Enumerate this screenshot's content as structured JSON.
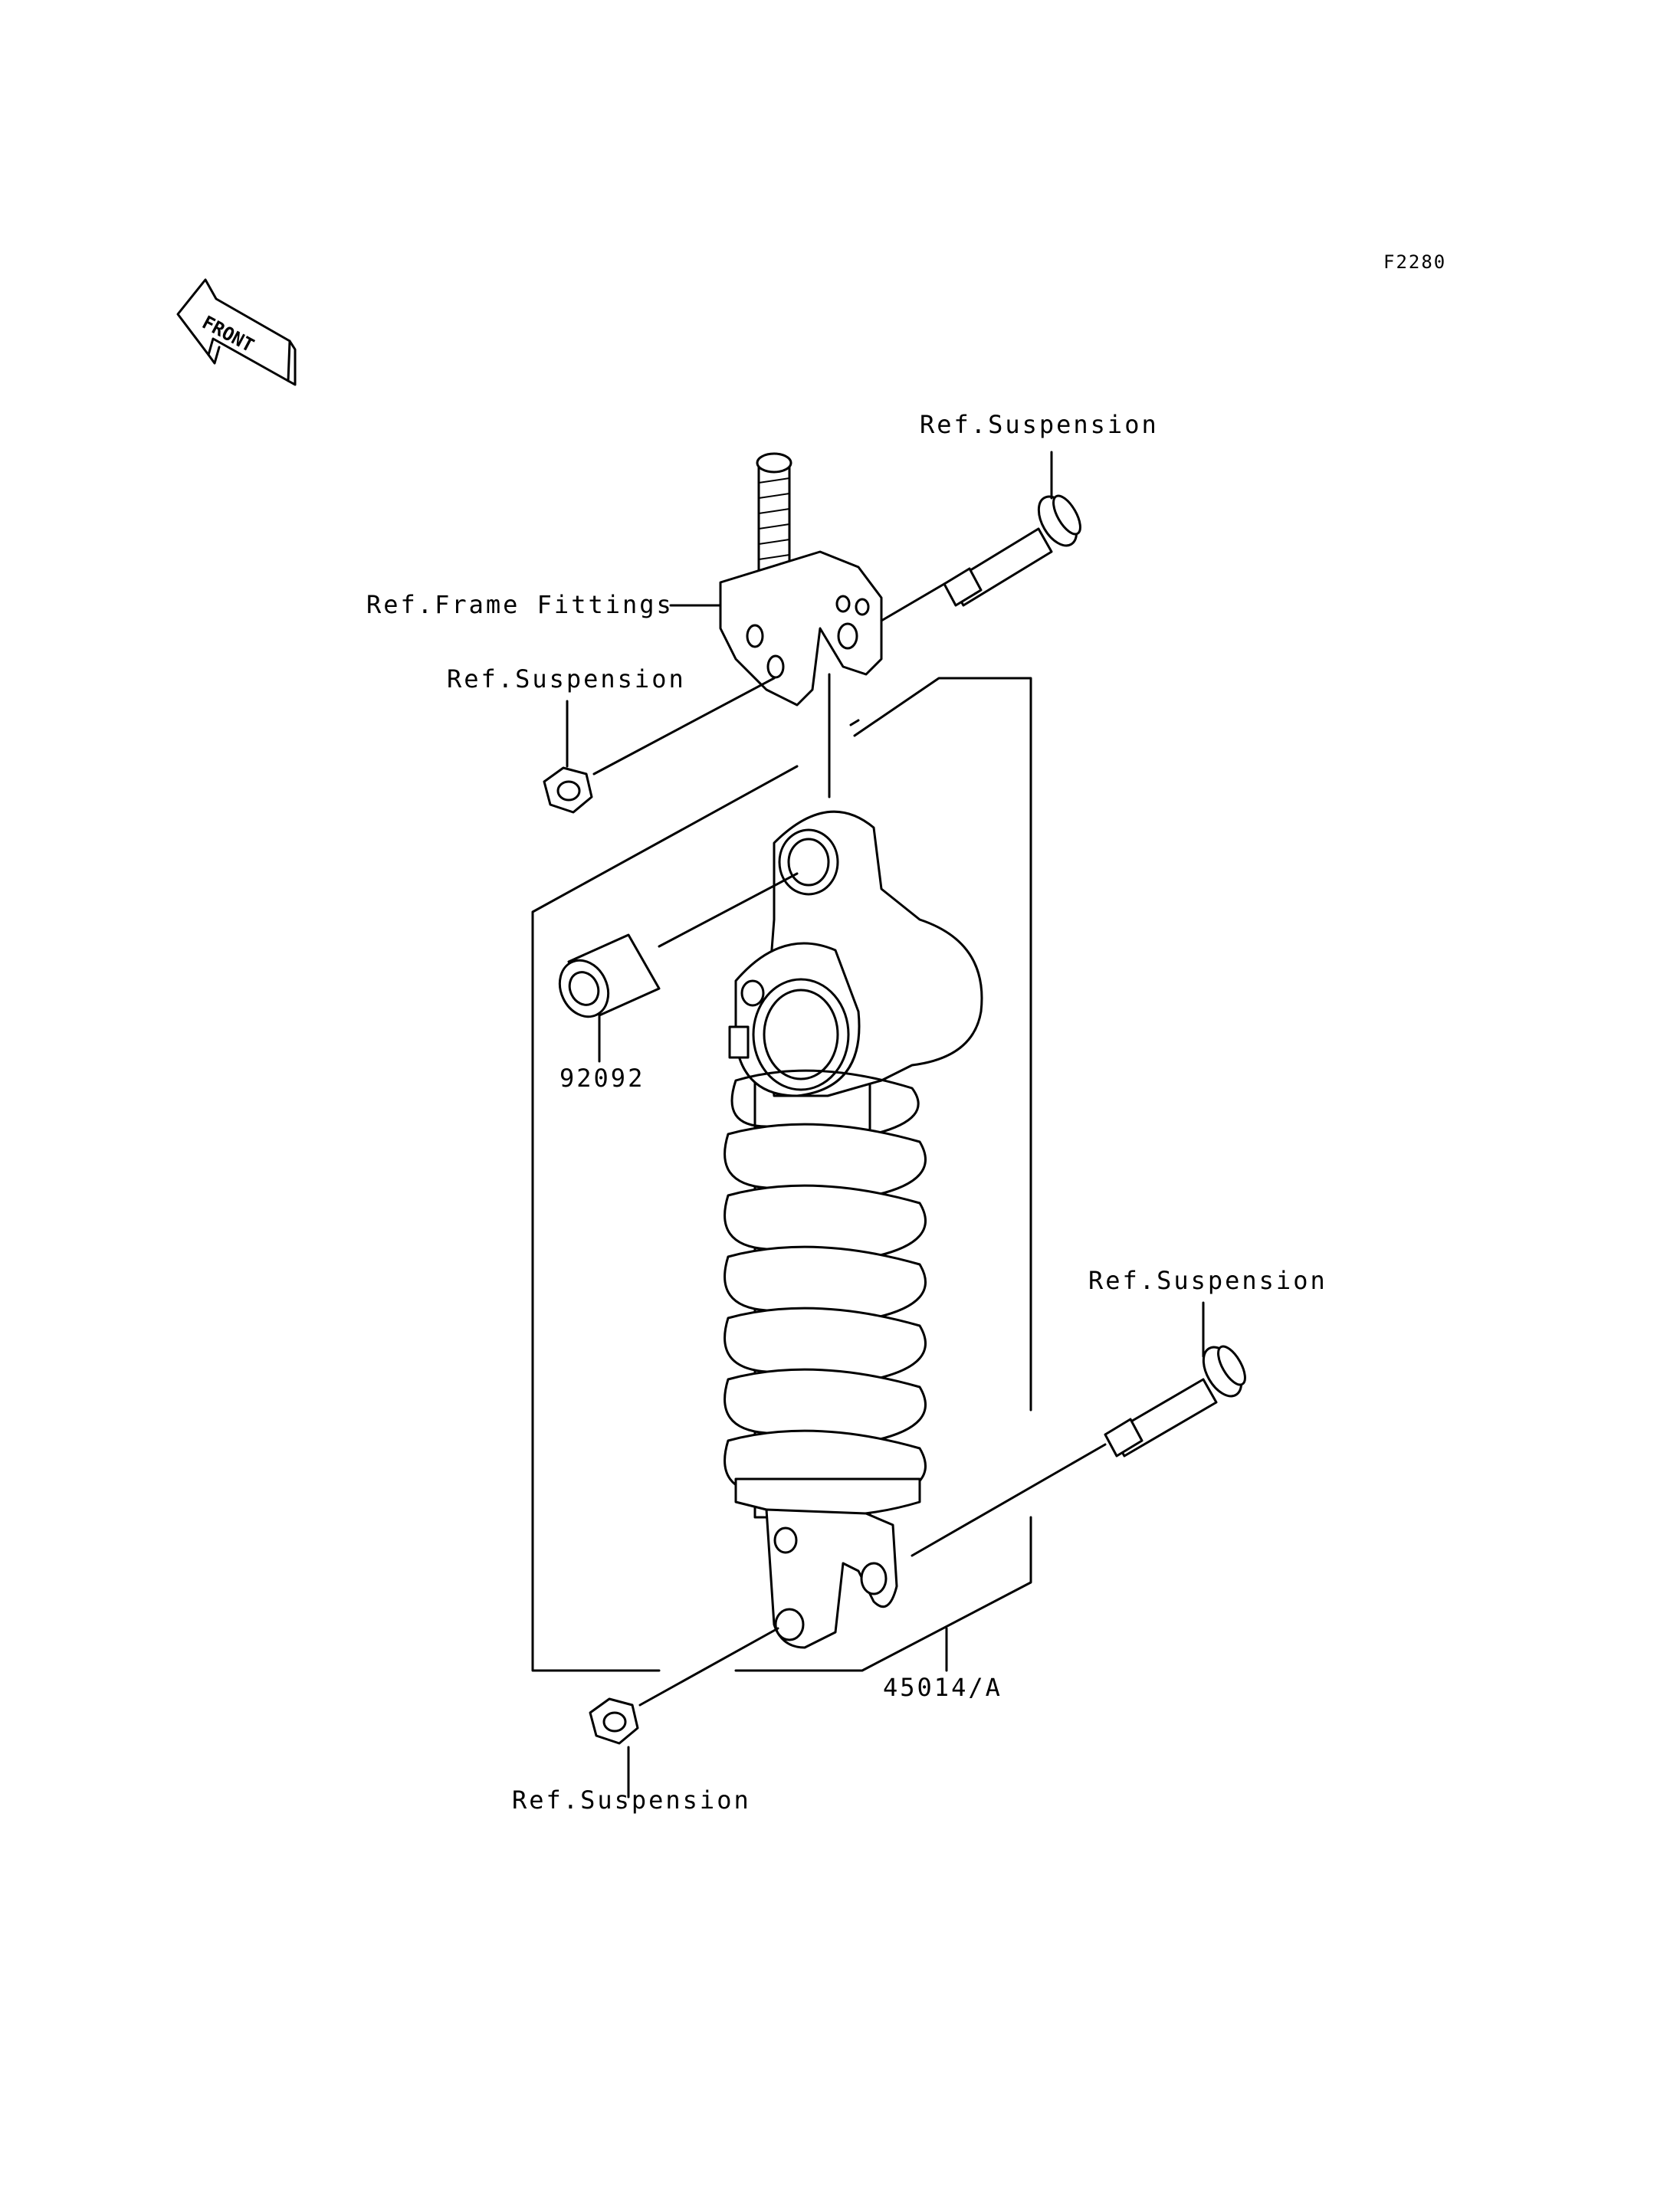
{
  "figure_code": "F2280",
  "front_label": "FRONT",
  "labels": {
    "ref_suspension_top": "Ref.Suspension",
    "ref_frame_fittings": "Ref.Frame Fittings",
    "ref_suspension_nut_top": "Ref.Suspension",
    "part_bushing": "92092",
    "ref_suspension_bolt_bottom": "Ref.Suspension",
    "part_shock": "45014/A",
    "ref_suspension_nut_bottom": "Ref.Suspension"
  },
  "icons": {
    "front": "front-arrow-icon"
  }
}
